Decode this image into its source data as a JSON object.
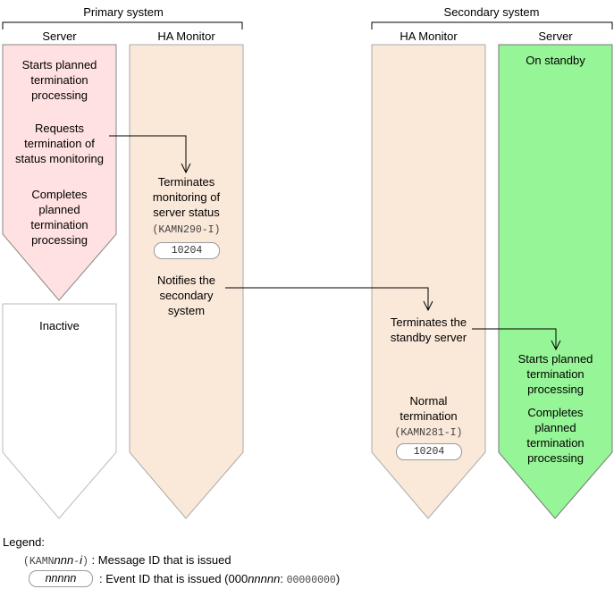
{
  "groups": {
    "primary": "Primary system",
    "secondary": "Secondary system"
  },
  "columns": {
    "primary_server": "Server",
    "primary_ha": "HA Monitor",
    "secondary_ha": "HA Monitor",
    "secondary_server": "Server"
  },
  "primary_server": {
    "step1": [
      "Starts planned",
      "termination",
      "processing"
    ],
    "step2": [
      "Requests",
      "termination of",
      "status monitoring"
    ],
    "step3": [
      "Completes",
      "planned",
      "termination",
      "processing"
    ],
    "inactive": "Inactive"
  },
  "primary_ha": {
    "step1": [
      "Terminates",
      "monitoring of",
      "server status"
    ],
    "message_id": "(KAMN290-I)",
    "event_id": "10204",
    "step2": [
      "Notifies the",
      "secondary",
      "system"
    ]
  },
  "secondary_ha": {
    "step1": [
      "Terminates the",
      "standby server"
    ],
    "step2": [
      "Normal",
      "termination"
    ],
    "message_id": "(KAMN281-I)",
    "event_id": "10204"
  },
  "secondary_server": {
    "standby": "On standby",
    "step1": [
      "Starts planned",
      "termination",
      "processing"
    ],
    "step2": [
      "Completes",
      "planned",
      "termination",
      "processing"
    ]
  },
  "legend": {
    "title": "Legend:",
    "msg_prefix": "(KAMN",
    "msg_var": "nnn",
    "msg_dash": "-",
    "msg_var2": "i",
    "msg_suffix": ")",
    "msg_desc": ": Message ID that is issued",
    "event_sample": "nnnnn",
    "event_desc_1": ": Event ID that is issued (000",
    "event_desc_var": "nnnnn",
    "event_desc_2": ": ",
    "event_desc_mono": "00000000",
    "event_desc_3": ")"
  },
  "colors": {
    "primary_server_fill": "#ffe1e1",
    "ha_fill": "#fae8d8",
    "secondary_server_fill": "#96f596",
    "inactive_fill": "#ffffff",
    "shape_stroke": "#888888"
  }
}
